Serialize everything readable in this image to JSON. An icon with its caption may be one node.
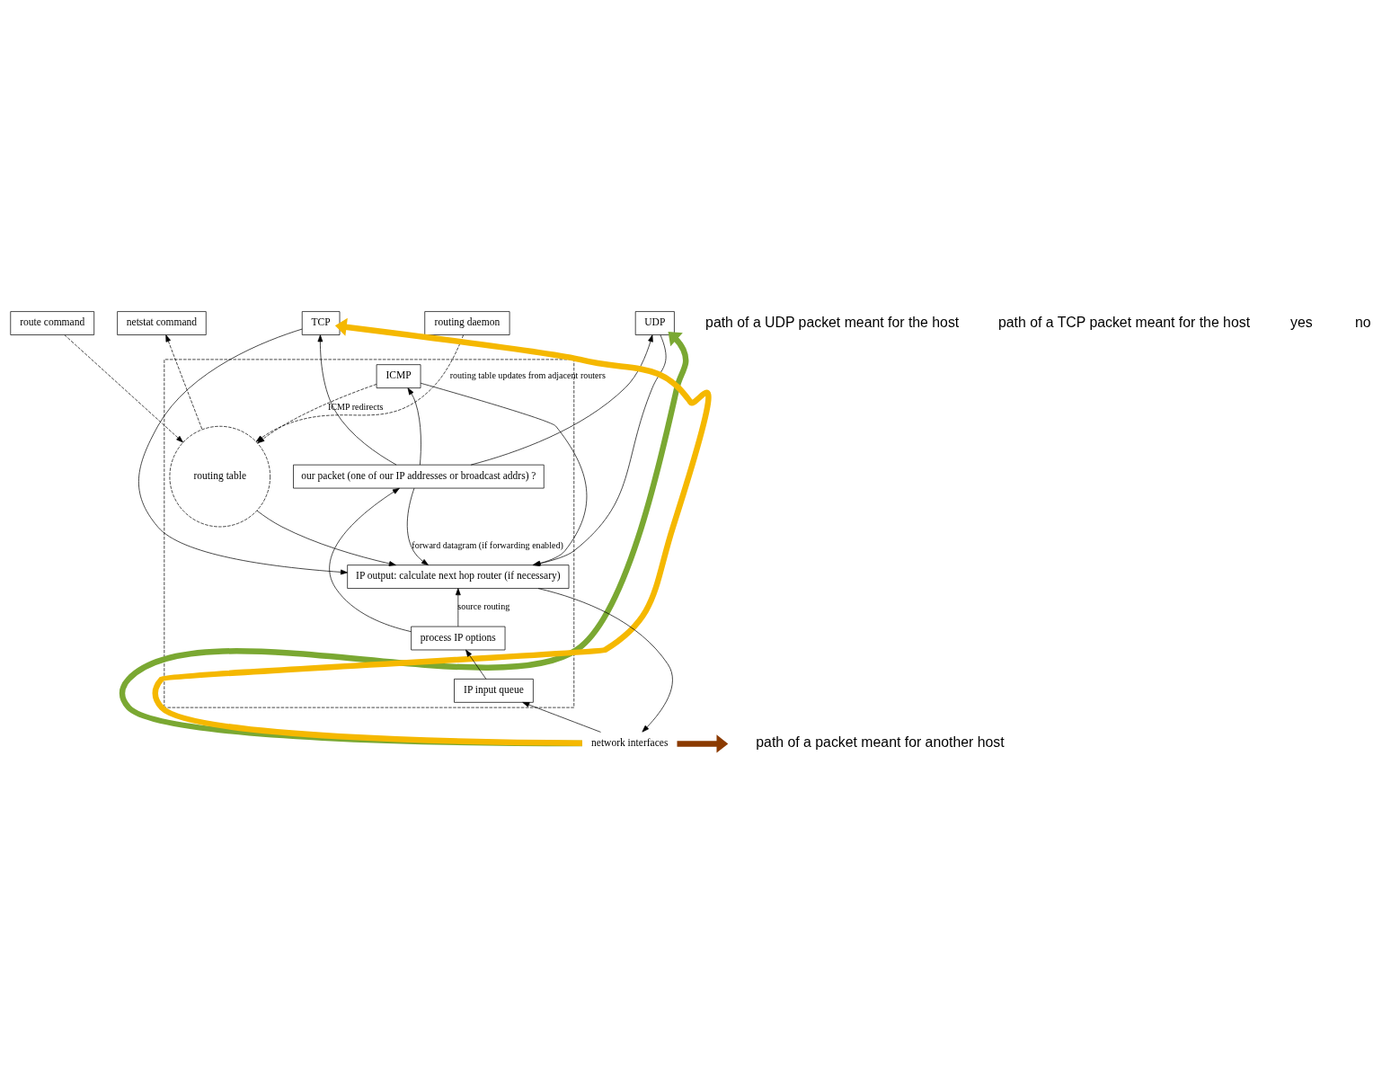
{
  "diagram": {
    "nodes": [
      {
        "text": [
          "routing daemon"
        ]
      },
      {
        "text": [
          "route command"
        ]
      },
      {
        "text": [
          "netstat command"
        ]
      },
      {
        "text": [
          "UDP"
        ]
      },
      {
        "text": [
          "TCP"
        ]
      },
      {
        "text": [],
        "shape": "box"
      },
      {
        "text": [
          "ICMP"
        ],
        "in": 5
      },
      {
        "text": [
          "routing table"
        ],
        "in": 5
      },
      {
        "text": [
          "IP output: calculate next hop router (if necessary)"
        ],
        "in": 5
      },
      {
        "text": [
          "our packet (one of our IP addresses or broadcast addrs) ?"
        ],
        "in": 5
      },
      {
        "text": [
          "process IP options"
        ],
        "in": 5
      },
      {
        "text": [
          "IP input queue"
        ],
        "in": 5
      },
      {
        "text": [
          "network interfaces"
        ]
      }
    ],
    "edges": [
      {
        "from": 0,
        "to": 7,
        "arrow": "to",
        "style": "dashed",
        "label": "routing table updates from adjacent routers"
      },
      {
        "from": 1,
        "to": 7,
        "arrow": "to",
        "style": "dashed"
      },
      {
        "from": 7,
        "to": 2,
        "arrow": "to",
        "style": "dashed"
      },
      {
        "from": 6,
        "to": 7,
        "arrow": "to",
        "style": "dashed",
        "label": "ICMP redirects"
      },
      {
        "from": 7,
        "to": 8,
        "arrow": "to"
      },
      {
        "from": 6,
        "to": 8,
        "arrow": "to"
      },
      {
        "from": 3,
        "to": 8,
        "arrow": "to"
      },
      {
        "from": 4,
        "to": 8,
        "arrow": "to"
      },
      {
        "from": 9,
        "to": 8,
        "arrow": "to",
        "label": "forward datagram (if forwarding enabled)"
      },
      {
        "from": 10,
        "to": 8,
        "arrow": "to",
        "label": "source routing"
      },
      {
        "from": 9,
        "to": 6,
        "arrow": "to"
      },
      {
        "from": 9,
        "to": 3,
        "arrow": "to"
      },
      {
        "from": 9,
        "to": 4,
        "arrow": "to"
      },
      {
        "from": 10,
        "to": 9,
        "arrow": "to"
      },
      {
        "from": 11,
        "to": 10,
        "arrow": "to"
      },
      {
        "from": 12,
        "to": 11,
        "arrow": "to"
      },
      {
        "from": 8,
        "to": 12,
        "arrow": "to"
      },
      {
        "from": 12,
        "to": 3,
        "arrow": "to",
        "style": "thick",
        "color": "#7aa832"
      },
      {
        "from": 12,
        "to": 4,
        "arrow": "to",
        "style": "thick",
        "color": "#f5b800"
      },
      {
        "from": 12,
        "to": null,
        "arrow": "to",
        "style": "thick",
        "color": "#8b3a00"
      }
    ],
    "labels": [
      "path of a UDP packet meant for the host",
      "path of a TCP packet meant for the host",
      "yes",
      "no",
      "path of a packet meant for another host"
    ]
  }
}
